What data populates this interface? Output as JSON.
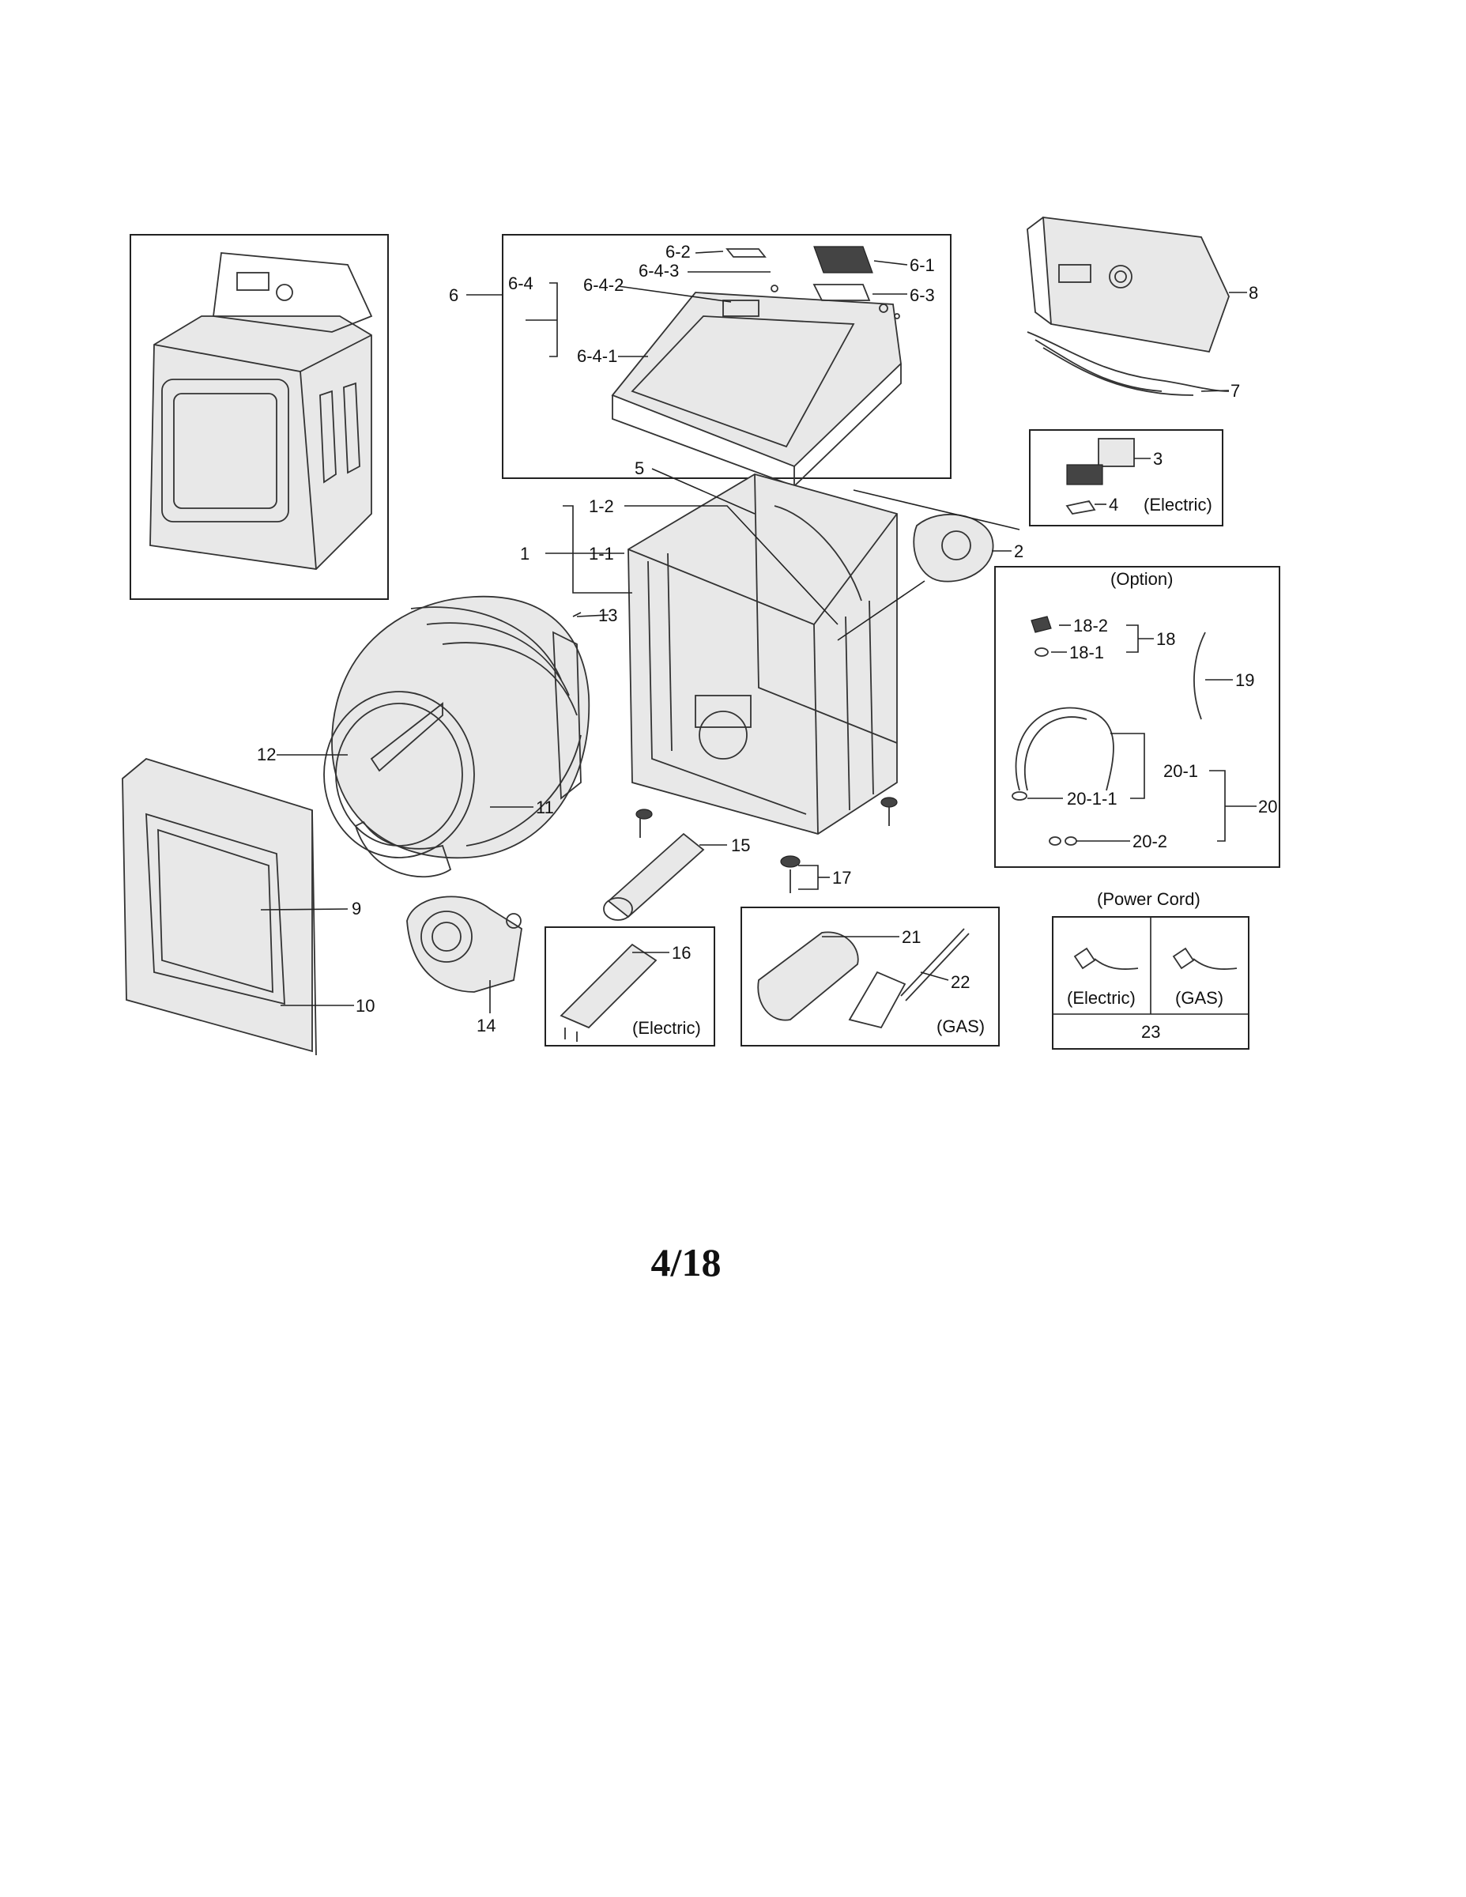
{
  "diagram": {
    "labels": {
      "l1": "1",
      "l1_1": "1-1",
      "l1_2": "1-2",
      "l2": "2",
      "l3": "3",
      "l4": "4",
      "l5": "5",
      "l6": "6",
      "l6_1": "6-1",
      "l6_2": "6-2",
      "l6_3": "6-3",
      "l6_4": "6-4",
      "l6_4_1": "6-4-1",
      "l6_4_2": "6-4-2",
      "l6_4_3": "6-4-3",
      "l7": "7",
      "l8": "8",
      "l9": "9",
      "l10": "10",
      "l11": "11",
      "l12": "12",
      "l13": "13",
      "l14": "14",
      "l15": "15",
      "l16": "16",
      "l17": "17",
      "l18": "18",
      "l18_1": "18-1",
      "l18_2": "18-2",
      "l19": "19",
      "l20": "20",
      "l20_1": "20-1",
      "l20_1_1": "20-1-1",
      "l20_2": "20-2",
      "l21": "21",
      "l22": "22",
      "l23": "23"
    },
    "notes": {
      "electric_3_4": "(Electric)",
      "option_title": "(Option)",
      "electric_16": "(Electric)",
      "gas_21_22": "(GAS)",
      "power_cord_title": "(Power Cord)",
      "cord_electric": "(Electric)",
      "cord_gas": "(GAS)"
    },
    "page_number": "4/18"
  }
}
